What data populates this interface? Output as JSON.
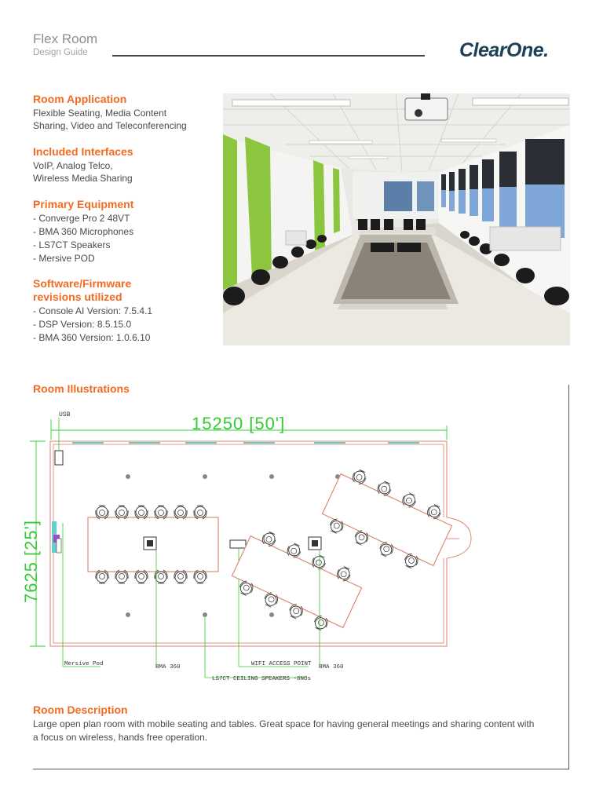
{
  "header": {
    "title": "Flex Room",
    "subtitle": "Design Guide",
    "logo_text": "ClearOne."
  },
  "room_application": {
    "heading": "Room Application",
    "lines": [
      "Flexible Seating, Media Content",
      "Sharing, Video and Teleconferencing"
    ]
  },
  "included_interfaces": {
    "heading": "Included Interfaces",
    "lines": [
      "VoIP, Analog Telco,",
      "Wireless Media Sharing"
    ]
  },
  "primary_equipment": {
    "heading": "Primary Equipment",
    "items": [
      "-  Converge Pro 2 48VT",
      "-  BMA 360 Microphones",
      "-  LS7CT Speakers",
      "-  Mersive POD"
    ]
  },
  "software": {
    "heading_line1": "Software/Firmware",
    "heading_line2": "revisions utilized",
    "items": [
      "-  Console AI Version: 7.5.4.1",
      "-  DSP Version: 8.5.15.0",
      "-  BMA 360 Version: 1.0.6.10"
    ]
  },
  "room_illustrations": {
    "heading": "Room Illustrations",
    "labels": {
      "usb": "USB",
      "width_dim": "15250 [50']",
      "depth_dim": "7625 [25']",
      "mersive_pod": "Mersive Pod",
      "bma_left": "BMA 360",
      "wifi": "WIFI ACCESS POINT",
      "bma_right": "BMA 360",
      "speakers": "LS7CT CEILING SPEAKERS -8NOs"
    }
  },
  "room_description": {
    "heading": "Room Description",
    "text": "Large open plan room with mobile seating and tables.  Great space for having general meetings and sharing content with a focus on wireless, hands free operation."
  },
  "colors": {
    "accent": "#f26b21",
    "logo": "#1f4157",
    "cad_green": "#33cc33",
    "cad_orange": "#d9826b"
  }
}
